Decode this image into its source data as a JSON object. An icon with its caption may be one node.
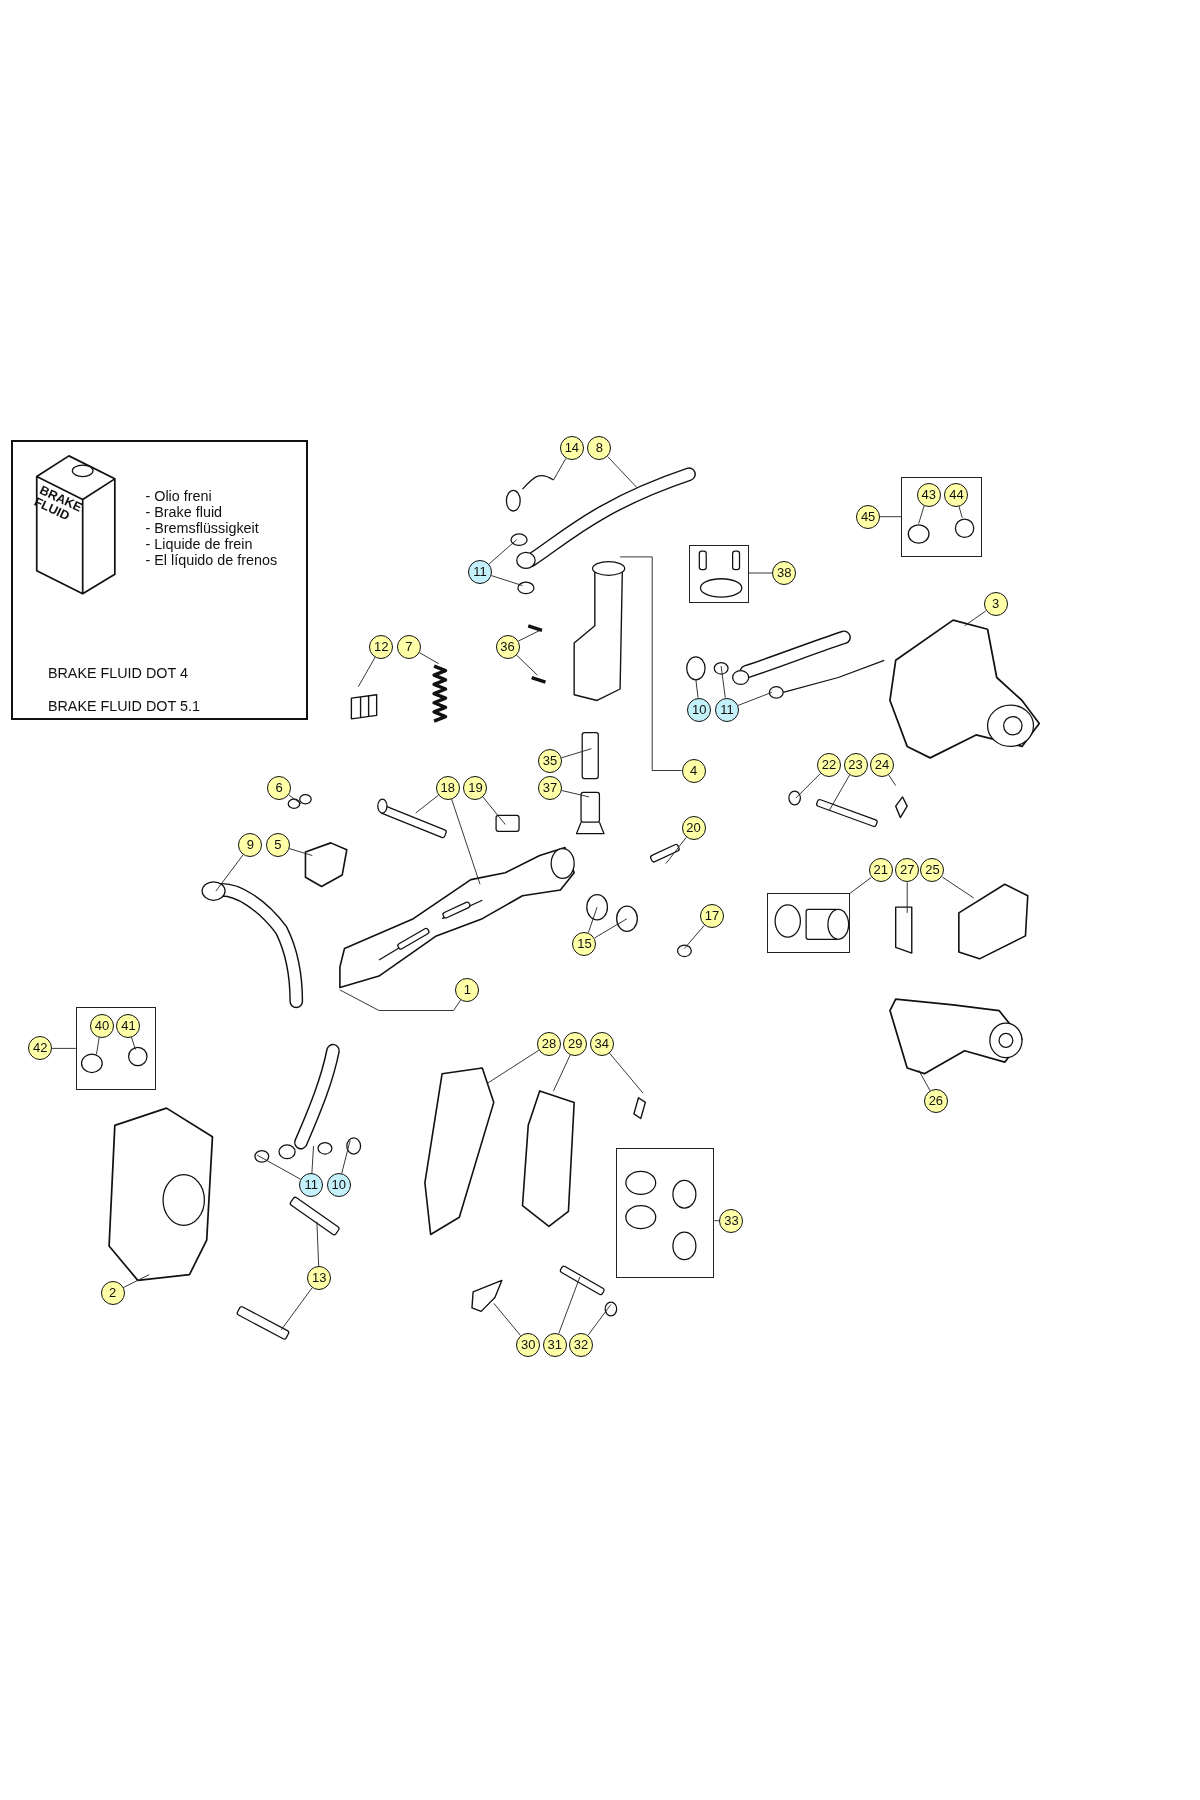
{
  "diagram": {
    "nodes": [
      {
        "text": [
          "BRAKE FLUID",
          "- Olio freni",
          "- Brake fluid",
          "- Bremsflüssigkeit",
          "- Liquide de frein",
          "- El líquido de frenos",
          "BRAKE FLUID DOT 4",
          "BRAKE FLUID DOT 5.1"
        ]
      },
      {
        "text": [
          "14"
        ]
      },
      {
        "text": [
          "8"
        ]
      },
      {
        "text": [
          "11"
        ]
      },
      {
        "text": [],
        "shape": "box"
      },
      {
        "text": [
          "43"
        ],
        "in": 4
      },
      {
        "text": [
          "44"
        ],
        "in": 4
      },
      {
        "text": [
          "45"
        ]
      },
      {
        "text": [],
        "shape": "box"
      },
      {
        "text": [
          "38"
        ]
      },
      {
        "text": [
          "3"
        ]
      },
      {
        "text": [
          "12"
        ]
      },
      {
        "text": [
          "7"
        ]
      },
      {
        "text": [
          "36"
        ]
      },
      {
        "text": [
          "10"
        ]
      },
      {
        "text": [
          "11"
        ]
      },
      {
        "text": [
          "4"
        ]
      },
      {
        "text": [
          "35"
        ]
      },
      {
        "text": [
          "37"
        ]
      },
      {
        "text": [
          "18"
        ]
      },
      {
        "text": [
          "19"
        ]
      },
      {
        "text": [
          "6"
        ]
      },
      {
        "text": [
          "22"
        ]
      },
      {
        "text": [
          "23"
        ]
      },
      {
        "text": [
          "24"
        ]
      },
      {
        "text": [
          "9"
        ]
      },
      {
        "text": [
          "5"
        ]
      },
      {
        "text": [
          "20"
        ]
      },
      {
        "text": [],
        "shape": "box"
      },
      {
        "text": [
          "21"
        ]
      },
      {
        "text": [
          "27"
        ]
      },
      {
        "text": [
          "25"
        ]
      },
      {
        "text": [
          "17"
        ]
      },
      {
        "text": [
          "15"
        ]
      },
      {
        "text": [
          "1"
        ]
      },
      {
        "text": [],
        "shape": "box"
      },
      {
        "text": [
          "40"
        ],
        "in": 35
      },
      {
        "text": [
          "41"
        ],
        "in": 35
      },
      {
        "text": [
          "42"
        ]
      },
      {
        "text": [
          "28"
        ]
      },
      {
        "text": [
          "29"
        ]
      },
      {
        "text": [
          "34"
        ]
      },
      {
        "text": [
          "26"
        ]
      },
      {
        "text": [
          "11"
        ]
      },
      {
        "text": [
          "10"
        ]
      },
      {
        "text": [],
        "shape": "box"
      },
      {
        "text": [
          "33"
        ]
      },
      {
        "text": [
          "13"
        ]
      },
      {
        "text": [
          "2"
        ]
      },
      {
        "text": [
          "30"
        ]
      },
      {
        "text": [
          "31"
        ]
      },
      {
        "text": [
          "32"
        ]
      }
    ],
    "edges": [
      {
        "from": 1,
        "to": null,
        "arrow": "none"
      },
      {
        "from": 2,
        "to": null,
        "arrow": "none"
      },
      {
        "from": 3,
        "to": null,
        "arrow": "none"
      },
      {
        "from": 3,
        "to": null,
        "arrow": "none"
      },
      {
        "from": 5,
        "to": null,
        "arrow": "none"
      },
      {
        "from": 6,
        "to": null,
        "arrow": "none"
      },
      {
        "from": 7,
        "to": 4,
        "arrow": "none"
      },
      {
        "from": 9,
        "to": 8,
        "arrow": "none"
      },
      {
        "from": 10,
        "to": null,
        "arrow": "none"
      },
      {
        "from": 11,
        "to": null,
        "arrow": "none"
      },
      {
        "from": 12,
        "to": null,
        "arrow": "none"
      },
      {
        "from": 13,
        "to": null,
        "arrow": "none"
      },
      {
        "from": 13,
        "to": null,
        "arrow": "none"
      },
      {
        "from": 14,
        "to": null,
        "arrow": "none"
      },
      {
        "from": 15,
        "to": null,
        "arrow": "none"
      },
      {
        "from": 15,
        "to": null,
        "arrow": "none"
      },
      {
        "from": 16,
        "to": null,
        "arrow": "none"
      },
      {
        "from": 17,
        "to": null,
        "arrow": "none"
      },
      {
        "from": 18,
        "to": null,
        "arrow": "none"
      },
      {
        "from": 19,
        "to": null,
        "arrow": "none"
      },
      {
        "from": 19,
        "to": null,
        "arrow": "none"
      },
      {
        "from": 20,
        "to": null,
        "arrow": "none"
      },
      {
        "from": 21,
        "to": null,
        "arrow": "none"
      },
      {
        "from": 22,
        "to": null,
        "arrow": "none"
      },
      {
        "from": 23,
        "to": null,
        "arrow": "none"
      },
      {
        "from": 24,
        "to": null,
        "arrow": "none"
      },
      {
        "from": 25,
        "to": null,
        "arrow": "none"
      },
      {
        "from": 26,
        "to": null,
        "arrow": "none"
      },
      {
        "from": 27,
        "to": null,
        "arrow": "none"
      },
      {
        "from": 29,
        "to": 28,
        "arrow": "none"
      },
      {
        "from": 30,
        "to": null,
        "arrow": "none"
      },
      {
        "from": 31,
        "to": null,
        "arrow": "none"
      },
      {
        "from": 32,
        "to": null,
        "arrow": "none"
      },
      {
        "from": 33,
        "to": null,
        "arrow": "none"
      },
      {
        "from": 33,
        "to": null,
        "arrow": "none"
      },
      {
        "from": 34,
        "to": null,
        "arrow": "none"
      },
      {
        "from": 36,
        "to": null,
        "arrow": "none"
      },
      {
        "from": 37,
        "to": null,
        "arrow": "none"
      },
      {
        "from": 38,
        "to": 35,
        "arrow": "none"
      },
      {
        "from": 39,
        "to": null,
        "arrow": "none"
      },
      {
        "from": 40,
        "to": null,
        "arrow": "none"
      },
      {
        "from": 41,
        "to": null,
        "arrow": "none"
      },
      {
        "from": 42,
        "to": null,
        "arrow": "none"
      },
      {
        "from": 43,
        "to": null,
        "arrow": "none"
      },
      {
        "from": 43,
        "to": null,
        "arrow": "none"
      },
      {
        "from": 44,
        "to": null,
        "arrow": "none"
      },
      {
        "from": 46,
        "to": 45,
        "arrow": "none"
      },
      {
        "from": 47,
        "to": null,
        "arrow": "none"
      },
      {
        "from": 47,
        "to": null,
        "arrow": "none"
      },
      {
        "from": 48,
        "to": null,
        "arrow": "none"
      },
      {
        "from": 49,
        "to": null,
        "arrow": "none"
      },
      {
        "from": 50,
        "to": null,
        "arrow": "none"
      },
      {
        "from": 51,
        "to": null,
        "arrow": "none"
      }
    ]
  }
}
